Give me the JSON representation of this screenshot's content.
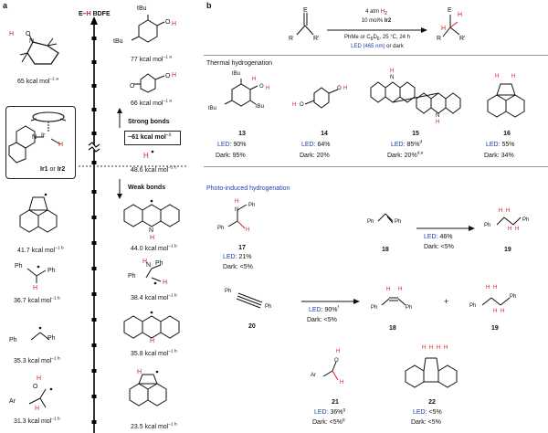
{
  "panel_a": {
    "label": "a",
    "axis_title_prefix": "E–",
    "axis_title_h": "H",
    "axis_title_suffix": " BDFE",
    "entries_left": [
      {
        "id": "tempoh",
        "value": "65 kcal mol",
        "note": "–1 a"
      },
      {
        "id": "acenaph",
        "value": "41.7 kcal mol",
        "note": "–1 b"
      },
      {
        "id": "stilbyl",
        "value": "36.7 kcal mol",
        "note": "–1 b"
      },
      {
        "id": "bibenzyl",
        "value": "35.3 kcal mol",
        "note": "–1 b"
      },
      {
        "id": "alkoxy",
        "value": "31.3 kcal mol",
        "note": "–1 b"
      }
    ],
    "entries_right": [
      {
        "id": "phenol",
        "value": "77 kcal mol",
        "note": "–1 a"
      },
      {
        "id": "semiquinone",
        "value": "66 kcal mol",
        "note": "–1 a"
      },
      {
        "id": "hatom",
        "value": "48.6 kcal mol",
        "note": "–1 c"
      },
      {
        "id": "acridine",
        "value": "44.0 kcal mol",
        "note": "–1 b"
      },
      {
        "id": "amine",
        "value": "38.4 kcal mol",
        "note": "–1 b"
      },
      {
        "id": "dha",
        "value": "35.8 kcal mol",
        "note": "–1 b"
      },
      {
        "id": "dhp",
        "value": "23.5 kcal mol",
        "note": "–1 b"
      }
    ],
    "strong_bonds": "Strong bonds",
    "weak_bonds": "Weak bonds",
    "threshold": "~61 kcal mol",
    "threshold_note": "–1",
    "catalyst_label_1": "Ir1",
    "catalyst_label_mid": " or ",
    "catalyst_label_2": "Ir2",
    "mol_labels": {
      "tBu": "tBu",
      "Ph": "Ph",
      "Ar": "Ar",
      "O": "O",
      "N": "N",
      "H": "H",
      "Ir": "Ir"
    }
  },
  "panel_b": {
    "label": "b",
    "conditions": {
      "line1_prefix": "4 atm ",
      "line1_h2": "H",
      "line1_sub": "2",
      "line2_prefix": "10 mol% ",
      "line2_cat": "Ir2",
      "line3": "PhMe or C",
      "line3_sub1": "6",
      "line3_mid": "D",
      "line3_sub2": "6",
      "line3_suffix": ", 25 °C, 24 h",
      "line4_led": "LED (465 nm)",
      "line4_suffix": " or dark"
    },
    "substrate_labels": {
      "E": "E",
      "R": "R",
      "R2": "R'",
      "H": "H"
    },
    "thermal_title": "Thermal hydrogenation",
    "photo_title": "Photo-induced hydrogenation",
    "compounds": [
      {
        "num": "13",
        "led_label": "LED:",
        "led": " 90%",
        "dark": "Dark: 95%"
      },
      {
        "num": "14",
        "led_label": "LED:",
        "led": " 64%",
        "dark": "Dark: 20%"
      },
      {
        "num": "15",
        "led_label": "LED:",
        "led": " 85%",
        "led_note": "d",
        "dark": "Dark: 20%",
        "dark_note": "d,e"
      },
      {
        "num": "16",
        "led_label": "LED:",
        "led": " 55%",
        "dark": "Dark: 34%"
      },
      {
        "num": "17",
        "led_label": "LED:",
        "led": " 21%",
        "dark": "Dark: <5%"
      },
      {
        "num": "21",
        "led_label": "LED:",
        "led": " 36%",
        "led_note": "g",
        "dark": "Dark: <5%",
        "dark_note": "g"
      },
      {
        "num": "22",
        "led_label": "LED:",
        "led": " <5%",
        "dark": "Dark: <5%"
      }
    ],
    "reaction1": {
      "from": "18",
      "to": "19",
      "led_label": "LED:",
      "led": " 46%",
      "dark": "Dark: <5%"
    },
    "reaction2": {
      "from": "20",
      "to1": "18",
      "plus": "+",
      "to2": "19",
      "led_label": "LED:",
      "led": " 90%",
      "led_note": "f",
      "dark": "Dark: <5%"
    }
  }
}
